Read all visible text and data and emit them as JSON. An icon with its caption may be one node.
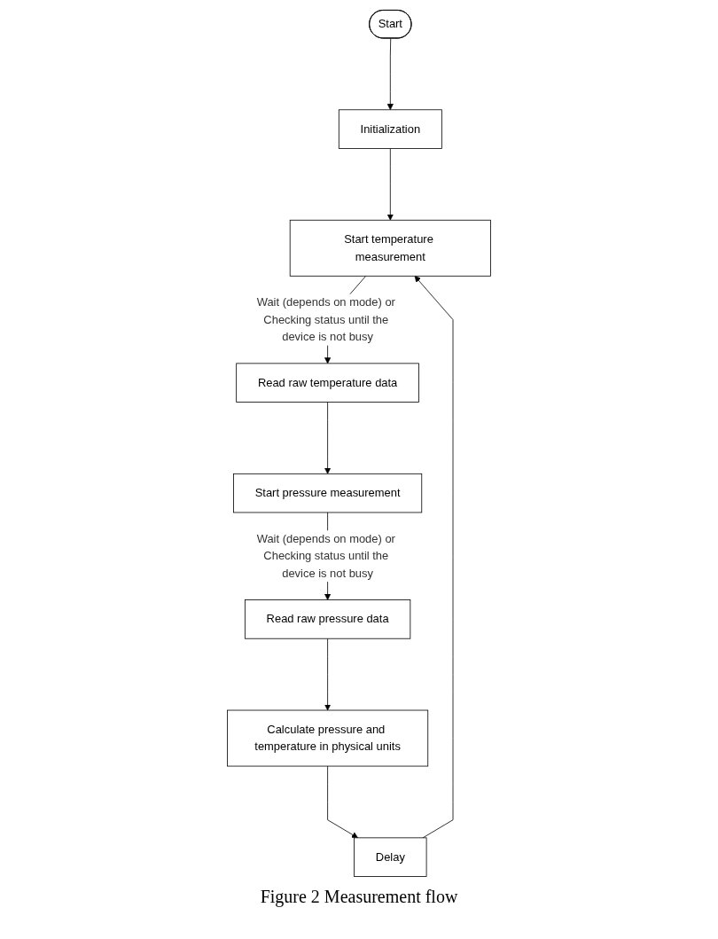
{
  "diagram": {
    "caption": "Figure 2 Measurement flow",
    "nodes": [
      {
        "text": [
          "Start"
        ]
      },
      {
        "text": [
          "Initialization"
        ]
      },
      {
        "text": [
          "Start temperature measurement"
        ]
      },
      {
        "text": [
          "Read raw temperature data"
        ]
      },
      {
        "text": [
          "Start pressure measurement"
        ]
      },
      {
        "text": [
          "Read raw pressure data"
        ]
      },
      {
        "text": [
          "Calculate pressure and temperature in physical units"
        ]
      },
      {
        "text": [
          "Delay"
        ]
      }
    ],
    "edges": [
      {
        "from": 0,
        "to": 1,
        "arrow": "to"
      },
      {
        "from": 1,
        "to": 2,
        "arrow": "to"
      },
      {
        "from": 2,
        "to": 3,
        "arrow": "to",
        "label": "Wait (depends on mode) or Checking status until the device is not busy"
      },
      {
        "from": 3,
        "to": 4,
        "arrow": "to"
      },
      {
        "from": 4,
        "to": 5,
        "arrow": "to",
        "label": "Wait (depends on mode) or Checking status until the device is not busy"
      },
      {
        "from": 5,
        "to": 6,
        "arrow": "to"
      },
      {
        "from": 6,
        "to": 7,
        "arrow": "to"
      },
      {
        "from": 7,
        "to": 2,
        "arrow": "to"
      }
    ]
  }
}
